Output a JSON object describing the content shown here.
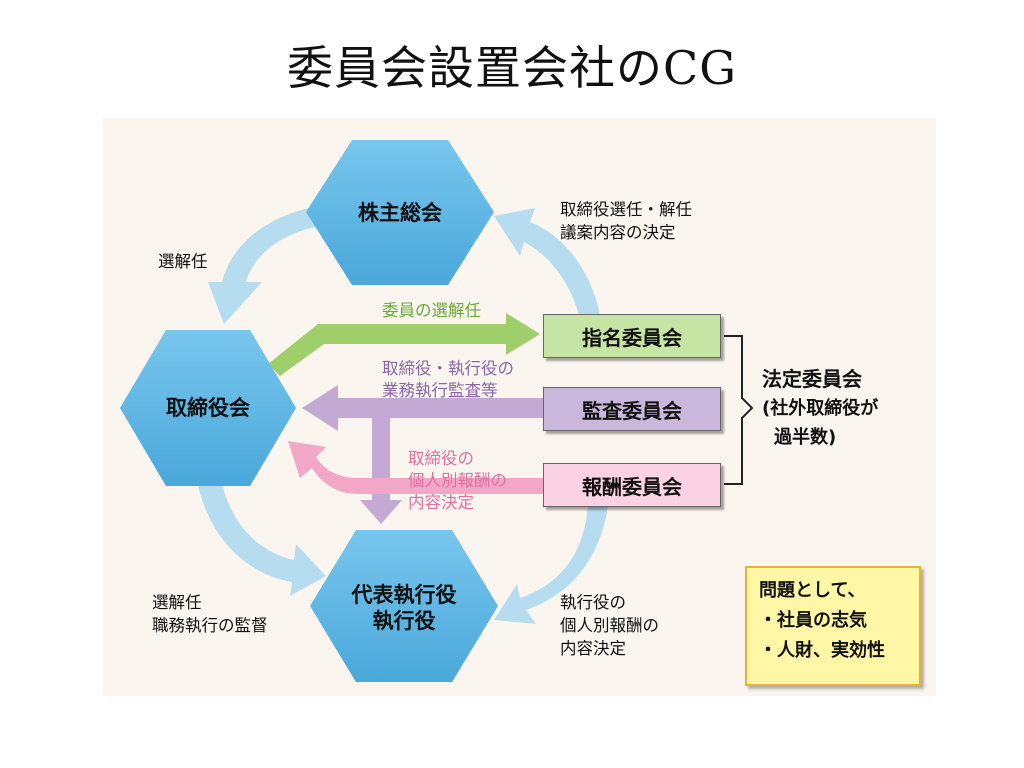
{
  "title": "委員会設置会社のCG",
  "nodes": {
    "shareholders": "株主総会",
    "board": "取締役会",
    "executives_line1": "代表執行役",
    "executives_line2": "執行役"
  },
  "committees": {
    "nomination": "指名委員会",
    "audit": "監査委員会",
    "compensation": "報酬委員会"
  },
  "statutory": {
    "line1": "法定委員会",
    "line2": "(社外取締役が",
    "line3": "過半数)"
  },
  "labels": {
    "top_right_1": "取締役選任・解任",
    "top_right_2": "議案内容の決定",
    "top_left": "選解任",
    "green_arrow": "委員の選解任",
    "purple_arrow_1": "取締役・執行役の",
    "purple_arrow_2": "業務執行監査等",
    "pink_arrow_1": "取締役の",
    "pink_arrow_2": "個人別報酬の",
    "pink_arrow_3": "内容決定",
    "bottom_left_1": "選解任",
    "bottom_left_2": "職務執行の監督",
    "bottom_right_1": "執行役の",
    "bottom_right_2": "個人別報酬の",
    "bottom_right_3": "内容決定"
  },
  "issues": {
    "heading": "問題として、",
    "item1": "・社員の志気",
    "item2": "・人財、実効性"
  },
  "colors": {
    "hexagon": "#5ab4e3",
    "cycle_arrow": "#b6dcef",
    "green": "#9fcf6a",
    "purple": "#c3a9d4",
    "pink": "#f3a7c6",
    "nomination_box": "#c6e4a4",
    "audit_box": "#c9b8dc",
    "compensation_box": "#fbd2e3",
    "issue_box": "#fff7a6"
  }
}
